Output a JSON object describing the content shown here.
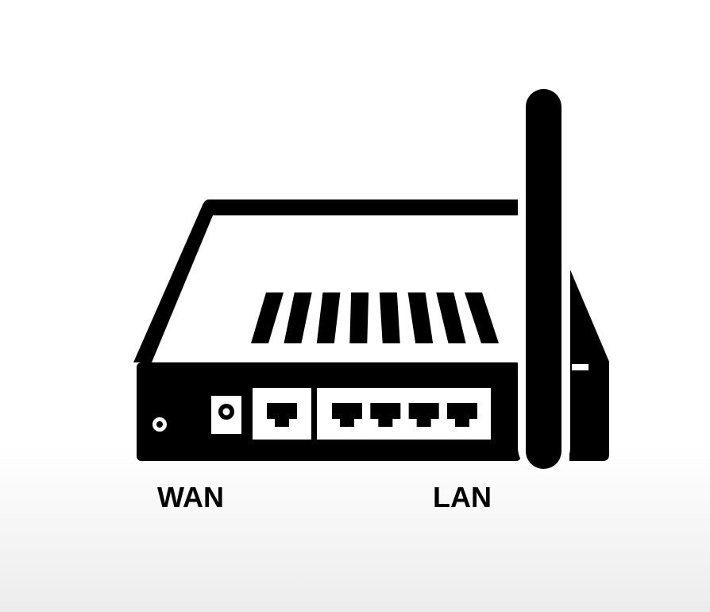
{
  "labels": {
    "wan": "WAN",
    "lan": "LAN"
  },
  "router": {
    "icon": "wifi-router-icon",
    "vent_slot_count": 8,
    "lan_port_count": 4,
    "wan_port_count": 1
  },
  "colors": {
    "ink": "#000000",
    "paper": "#ffffff"
  }
}
